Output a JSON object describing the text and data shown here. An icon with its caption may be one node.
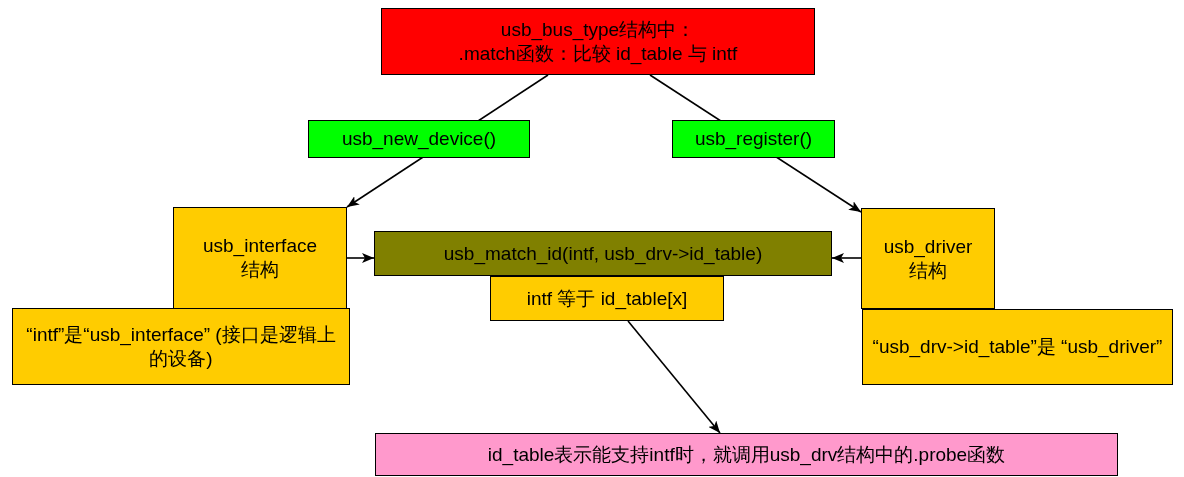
{
  "diagram": {
    "nodes": [
      {
        "text": [
          "usb_bus_type结构中：",
          ".match函数：比较 id_table 与 intf"
        ]
      },
      {
        "text": [
          "usb_interface 结构"
        ]
      },
      {
        "text": [
          "usb_match_id(intf, usb_drv->id_table)"
        ]
      },
      {
        "text": [
          "usb_driver 结构"
        ]
      },
      {
        "text": [
          "“intf”是“usb_interface” (接口是逻辑上的设备)"
        ]
      },
      {
        "text": [
          "intf 等于 id_table[x]"
        ]
      },
      {
        "text": [
          "“usb_drv->id_table”是 “usb_driver”"
        ]
      },
      {
        "text": [
          "id_table表示能支持intf时，就调用usb_drv结构中的.probe函数"
        ]
      }
    ],
    "edges": [
      {
        "from": 0,
        "to": 1,
        "arrow": "to",
        "label": "usb_new_device()"
      },
      {
        "from": 0,
        "to": 3,
        "arrow": "to",
        "label": "usb_register()"
      },
      {
        "from": 1,
        "to": 2,
        "arrow": "to"
      },
      {
        "from": 3,
        "to": 2,
        "arrow": "to"
      },
      {
        "from": 5,
        "to": 7,
        "arrow": "to"
      }
    ]
  }
}
